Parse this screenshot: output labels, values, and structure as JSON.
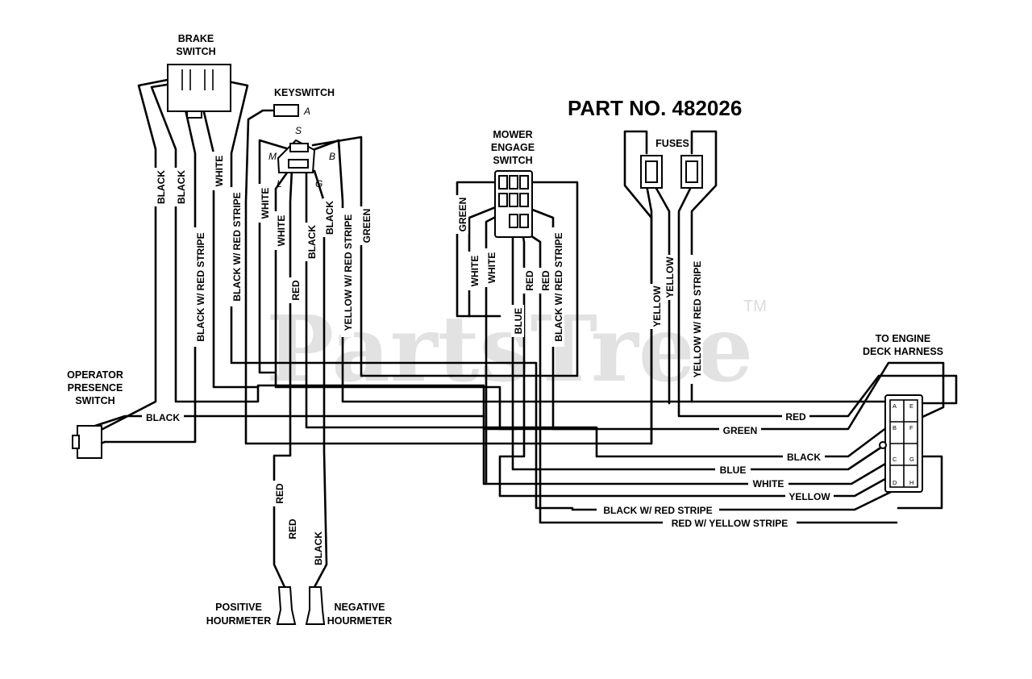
{
  "watermark": {
    "text": "PartsTree",
    "tm": "TM"
  },
  "title": "PART NO. 482026",
  "components": {
    "brake_switch": [
      "BRAKE",
      "SWITCH"
    ],
    "keyswitch": "KEYSWITCH",
    "keyswitch_pins": {
      "a": "A",
      "s": "S",
      "m": "M",
      "b": "B",
      "l": "L",
      "g": "G"
    },
    "mower_engage_switch": [
      "MOWER",
      "ENGAGE",
      "SWITCH"
    ],
    "fuses": "FUSES",
    "engine_harness": [
      "TO ENGINE",
      "DECK HARNESS"
    ],
    "harness_pins": {
      "a": "A",
      "b": "B",
      "c": "C",
      "d": "D",
      "e": "E",
      "f": "F",
      "g": "G",
      "h": "H"
    },
    "operator_presence_switch": [
      "OPERATOR",
      "PRESENCE",
      "SWITCH"
    ],
    "positive_hourmeter": [
      "POSITIVE",
      "HOURMETER"
    ],
    "negative_hourmeter": [
      "NEGATIVE",
      "HOURMETER"
    ]
  },
  "wire_labels": {
    "black": "BLACK",
    "white": "WHITE",
    "red": "RED",
    "green": "GREEN",
    "blue": "BLUE",
    "yellow": "YELLOW",
    "black_red_stripe": "BLACK W/ RED STRIPE",
    "black_w_red_stripe_alt": "BLACK W/. RED STRIPE",
    "yellow_red_stripe": "YELLOW W/ RED STRIPE",
    "red_yellow_stripe": "RED W/ YELLOW STRIPE"
  }
}
